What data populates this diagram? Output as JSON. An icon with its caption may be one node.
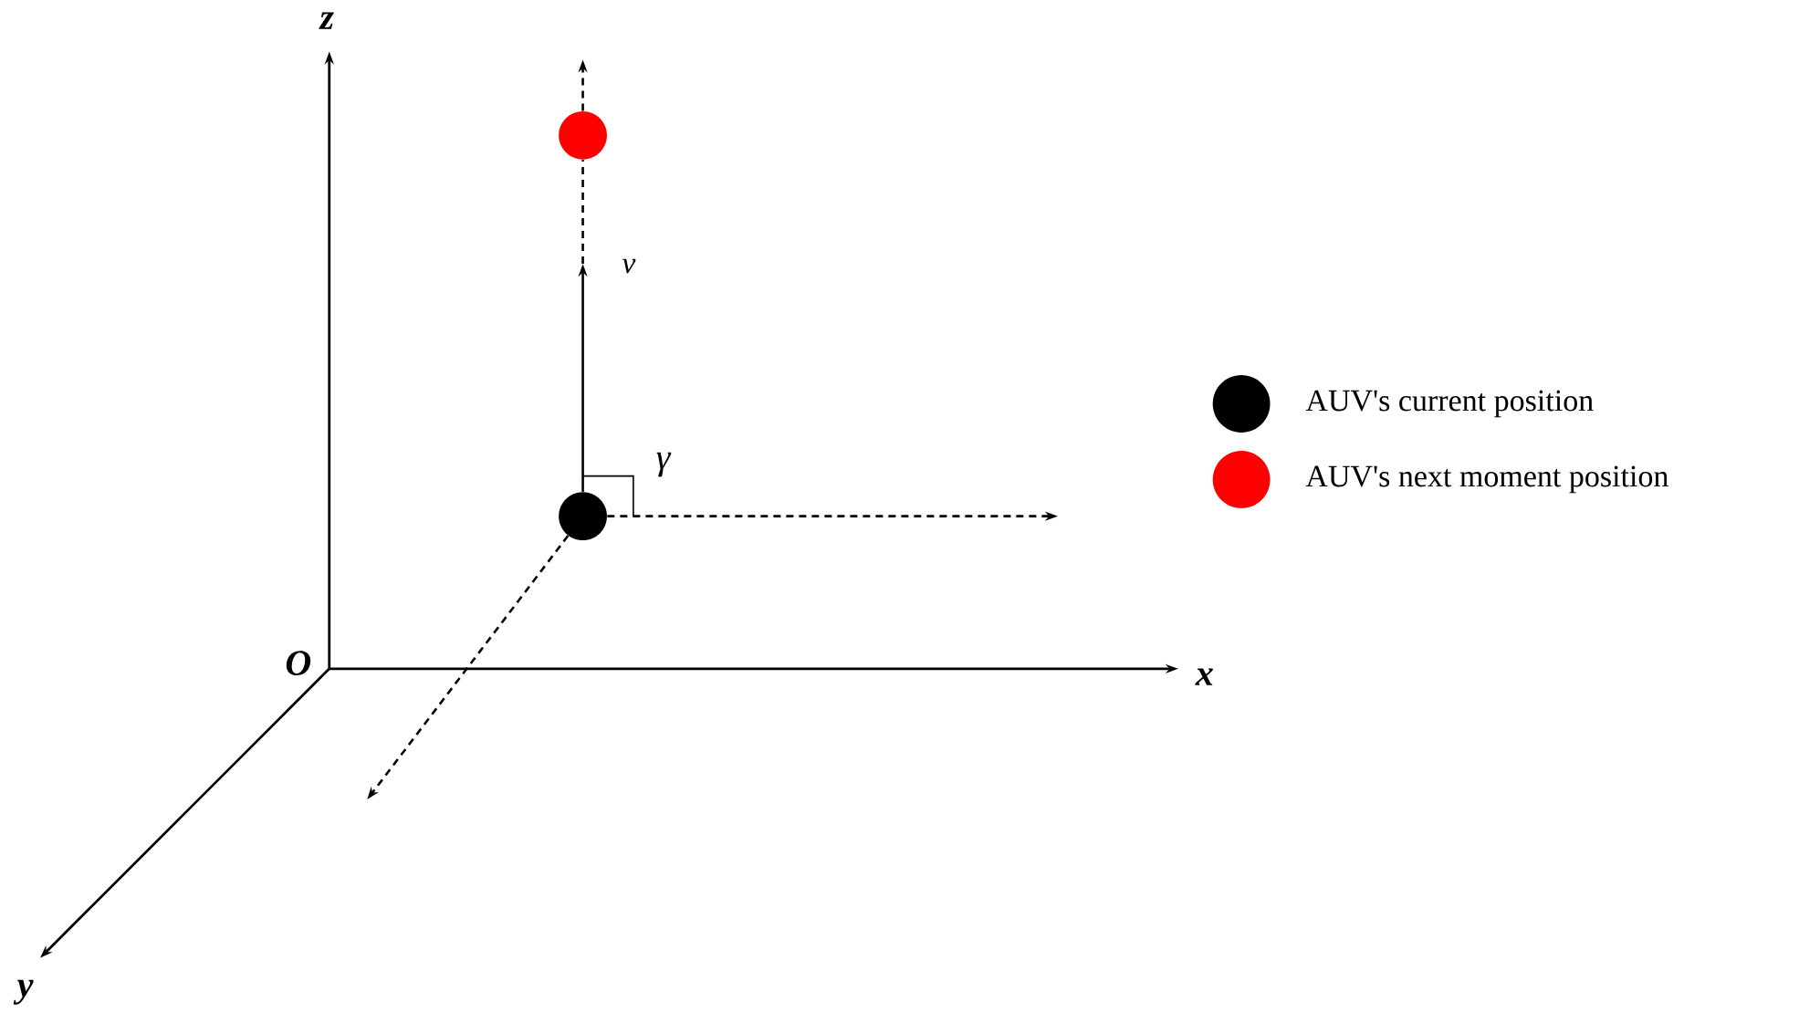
{
  "diagram": {
    "nodes": [
      {
        "text": [],
        "shape": "circle"
      },
      {
        "text": [],
        "shape": "circle"
      }
    ],
    "edges": [
      {
        "from": 1,
        "to": null,
        "arrow": "to",
        "label": "v"
      },
      {
        "from": null,
        "to": 0,
        "arrow": "none",
        "style": "dashed"
      },
      {
        "from": 0,
        "to": null,
        "arrow": "to",
        "style": "dashed"
      },
      {
        "from": 1,
        "to": null,
        "arrow": "to",
        "style": "dashed"
      },
      {
        "from": 1,
        "to": null,
        "arrow": "to",
        "style": "dashed"
      }
    ],
    "labels": [
      "z",
      "O",
      "x",
      "y",
      "γ"
    ],
    "legend": [
      {
        "text": "AUV's current position",
        "color": "#000000"
      },
      {
        "text": "AUV's next moment position",
        "color": "#ff0000"
      }
    ]
  }
}
